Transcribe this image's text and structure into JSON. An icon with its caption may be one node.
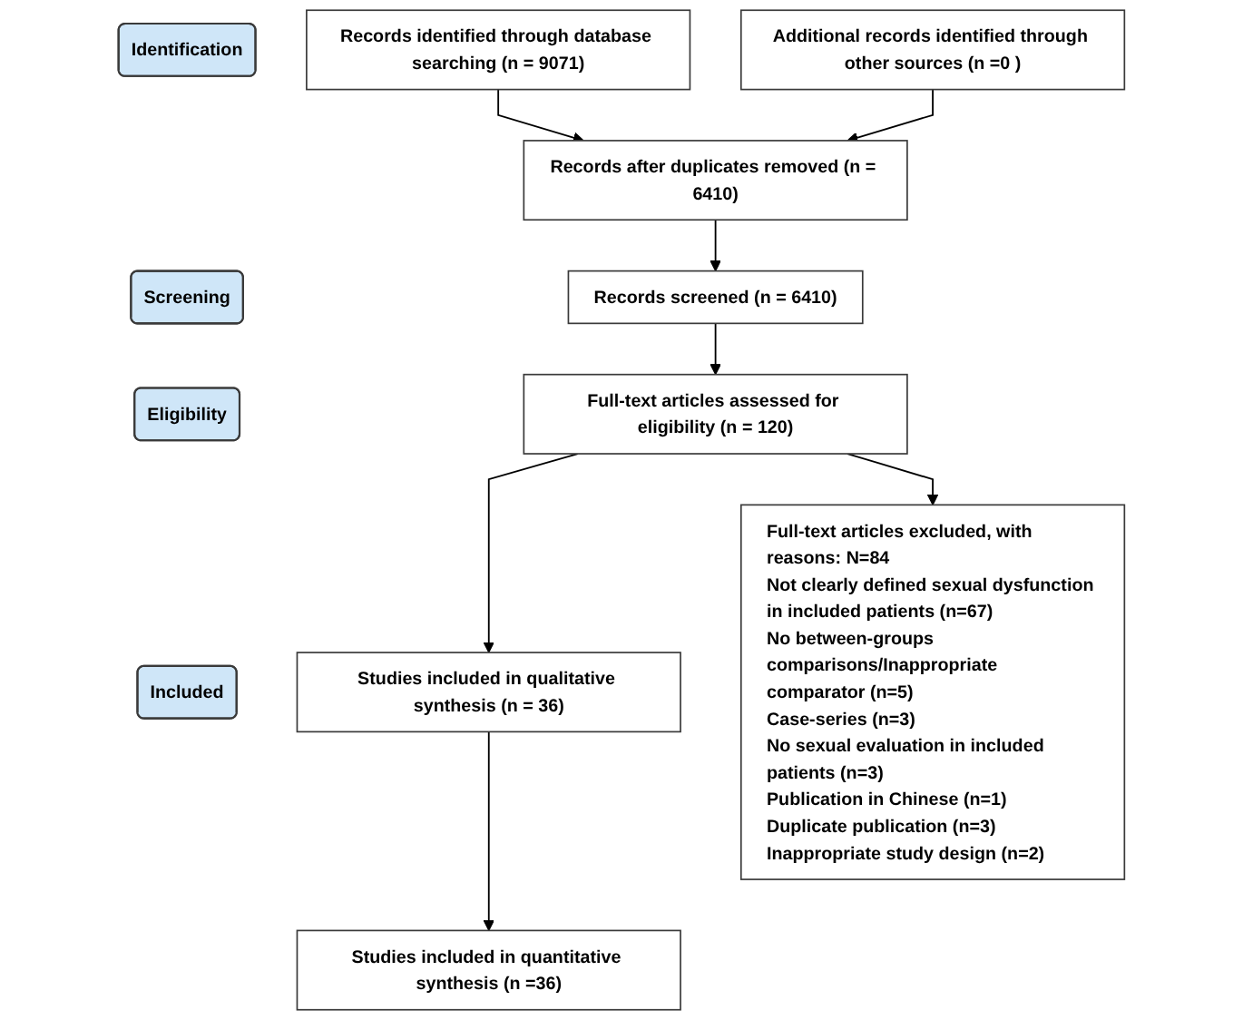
{
  "diagram": {
    "nodes": [
      {
        "text": [
          "Identification"
        ]
      },
      {
        "text": [
          "Records identified through database searching (n = 9071)"
        ]
      },
      {
        "text": [
          "Additional records identified through other sources (n =0 )"
        ]
      },
      {
        "text": [
          "Records after duplicates removed (n = 6410)"
        ]
      },
      {
        "text": [
          "Screening"
        ]
      },
      {
        "text": [
          "Records screened (n = 6410)"
        ]
      },
      {
        "text": [
          "Eligibility"
        ]
      },
      {
        "text": [
          "Full-text articles assessed for eligibility (n = 120)"
        ]
      },
      {
        "text": [
          "Full-text articles excluded, with reasons: N=84",
          "Not clearly defined sexual dysfunction in included patients (n=67)",
          "No between-groups comparisons/Inappropriate comparator (n=5)",
          "Case-series (n=3)",
          "No sexual evaluation in included patients (n=3)",
          "Publication in Chinese (n=1)",
          "Duplicate publication (n=3)",
          "Inappropriate study design (n=2)"
        ]
      },
      {
        "text": [
          "Included"
        ]
      },
      {
        "text": [
          "Studies included in qualitative synthesis (n = 36)"
        ]
      },
      {
        "text": [
          "Studies included in quantitative synthesis (n =36)"
        ]
      }
    ],
    "edges": [
      {
        "from": 1,
        "to": 3,
        "arrow": "to"
      },
      {
        "from": 2,
        "to": 3,
        "arrow": "to"
      },
      {
        "from": 3,
        "to": 5,
        "arrow": "to"
      },
      {
        "from": 5,
        "to": 7,
        "arrow": "to"
      },
      {
        "from": 7,
        "to": 10,
        "arrow": "to"
      },
      {
        "from": 7,
        "to": 8,
        "arrow": "to"
      },
      {
        "from": 10,
        "to": 11,
        "arrow": "to"
      }
    ]
  }
}
